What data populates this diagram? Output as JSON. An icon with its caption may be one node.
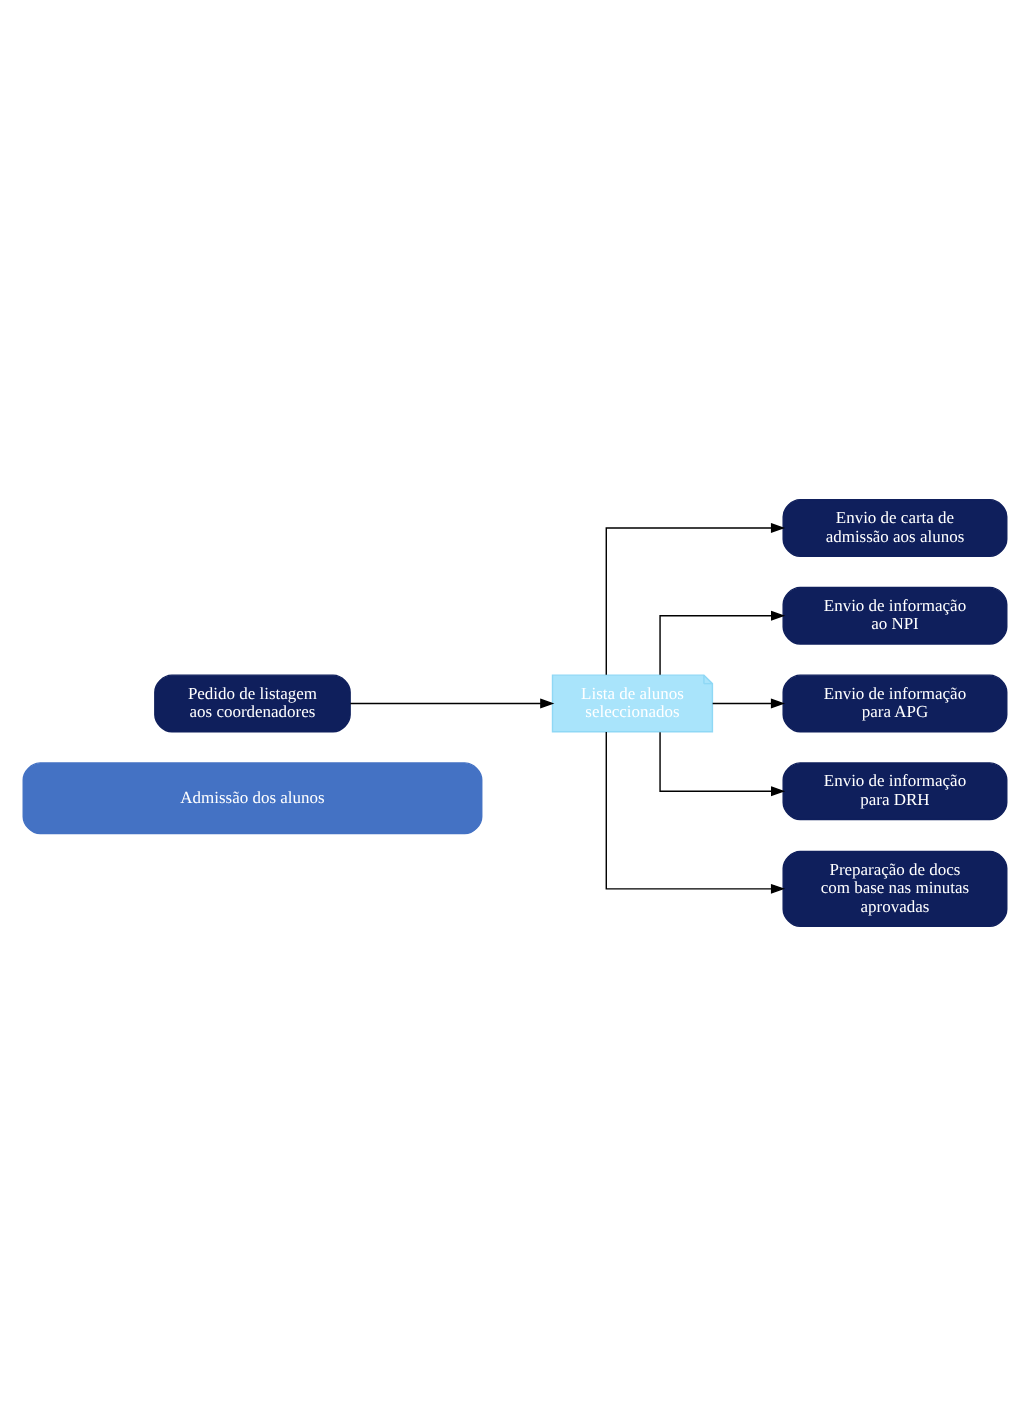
{
  "diagram": {
    "nodes": [
      {
        "text": [
          "Admissão dos alunos"
        ]
      },
      {
        "text": [
          "Pedido de listagem aos coordenadores"
        ]
      },
      {
        "text": [
          "Lista de alunos seleccionados"
        ]
      },
      {
        "text": [
          "Envio de carta de admissão aos alunos"
        ]
      },
      {
        "text": [
          "Envio de informação ao NPI"
        ]
      },
      {
        "text": [
          "Envio de informação para APG"
        ]
      },
      {
        "text": [
          "Envio de informação para DRH"
        ]
      },
      {
        "text": [
          "Preparação de docs com base nas minutas aprovadas"
        ]
      }
    ],
    "edges": [
      {
        "from": 1,
        "to": 2,
        "arrow": "to"
      },
      {
        "from": 2,
        "to": 3,
        "arrow": "to"
      },
      {
        "from": 2,
        "to": 4,
        "arrow": "to"
      },
      {
        "from": 2,
        "to": 5,
        "arrow": "to"
      },
      {
        "from": 2,
        "to": 6,
        "arrow": "to"
      },
      {
        "from": 2,
        "to": 7,
        "arrow": "to"
      }
    ]
  }
}
